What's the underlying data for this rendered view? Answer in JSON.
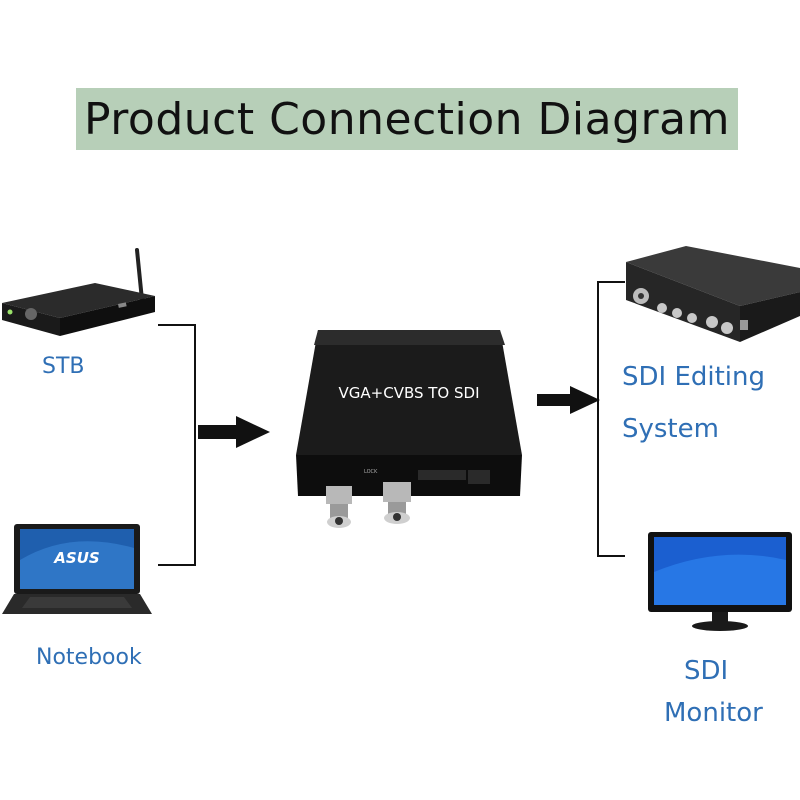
{
  "title": "Product Connection Diagram",
  "colors": {
    "title_bg": "#b7cfb8",
    "label_blue": "#2f6fb5",
    "lines": "#111111"
  },
  "inputs": [
    {
      "label": "STB",
      "icon": "set-top-box-icon"
    },
    {
      "label": "Notebook",
      "icon": "laptop-icon",
      "screen_brand": "ASUS"
    }
  ],
  "converter": {
    "label": "VGA+CVBS TO SDI",
    "icon": "converter-box-icon"
  },
  "outputs": [
    {
      "label_line1": "SDI Editing",
      "label_line2": "System",
      "icon": "editing-system-icon"
    },
    {
      "label_line1": "SDI",
      "label_line2": "Monitor",
      "icon": "monitor-icon"
    }
  ]
}
